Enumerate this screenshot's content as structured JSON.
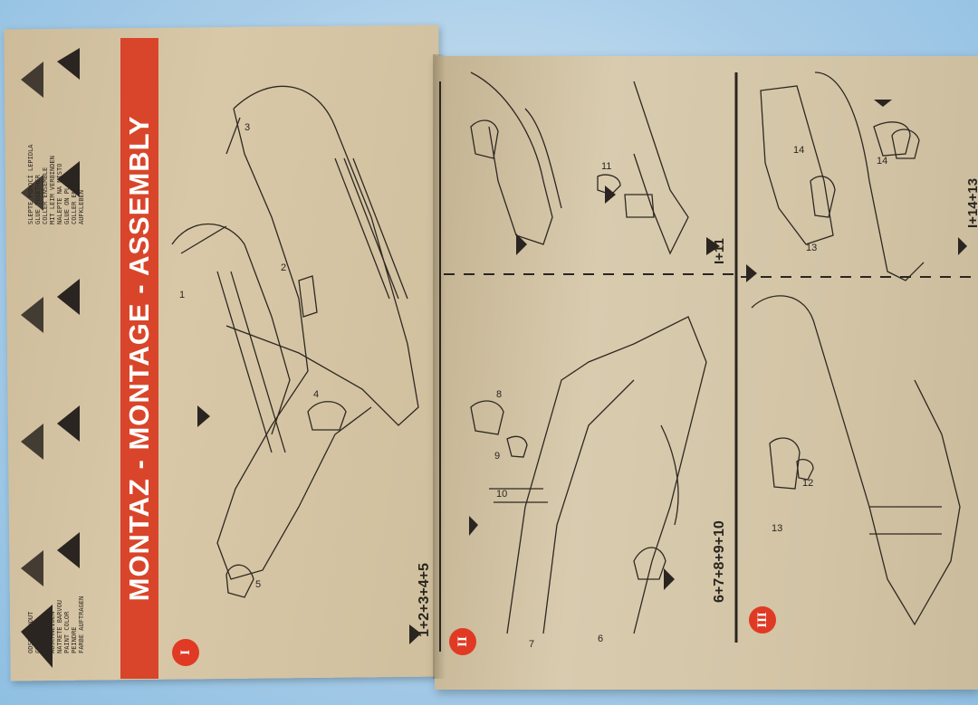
{
  "title": "MONTAZ - MONTAGE - ASSEMBLY",
  "steps": [
    {
      "numeral": "I",
      "parts": "1+2+3+4+5"
    },
    {
      "numeral": "II",
      "parts": "6+7+8+9+10"
    },
    {
      "numeral": "II",
      "parts": "I+11"
    },
    {
      "numeral": "III",
      "parts": "I+14+13"
    }
  ],
  "part_numbers": [
    "1",
    "2",
    "3",
    "4",
    "5",
    "6",
    "7",
    "8",
    "9",
    "10",
    "11",
    "12",
    "13",
    "14"
  ],
  "colors": {
    "paper": "#d4c4a4",
    "band": "#d9452a",
    "ink": "#2a2520",
    "background": "#a9cde8"
  }
}
